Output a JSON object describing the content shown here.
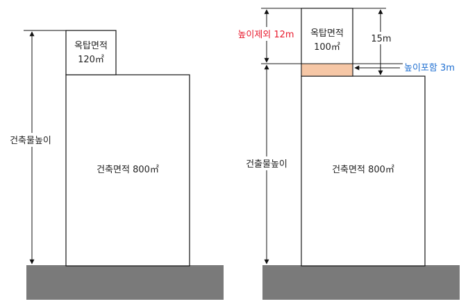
{
  "left": {
    "rooftop_title": "옥탑면적",
    "rooftop_area": "120㎡",
    "building_area": "건축면적 800㎡",
    "height_label": "건축물높이"
  },
  "right": {
    "rooftop_title": "옥탑면적",
    "rooftop_area": "100㎡",
    "building_area": "건축면적 800㎡",
    "height_label": "건출물높이",
    "excluded_label": "높이제외 12m",
    "included_label": "높이포함 3m",
    "rooftop_height": "15m"
  },
  "colors": {
    "ground": "#7a7a7a",
    "excluded": "#e8192c",
    "included": "#1f6fd1",
    "included_fill": "#f6c7a6",
    "line": "#111111"
  }
}
